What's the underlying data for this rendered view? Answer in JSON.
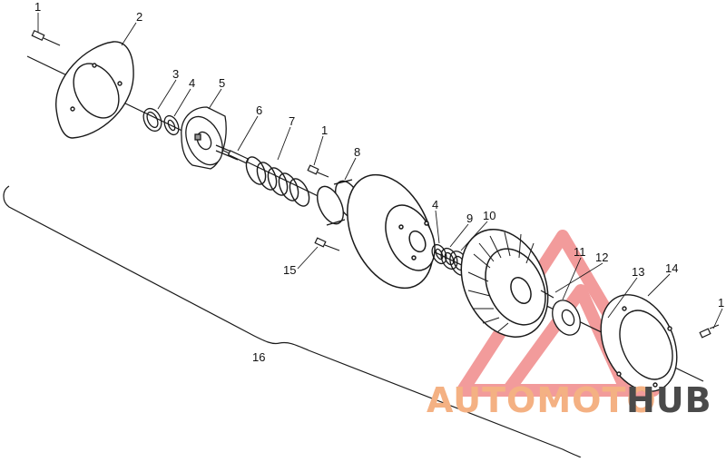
{
  "callouts": {
    "c1a": "1",
    "c2": "2",
    "c3": "3",
    "c4a": "4",
    "c5": "5",
    "c6": "6",
    "c7": "7",
    "c1b": "1",
    "c8": "8",
    "c4b": "4",
    "c9": "9",
    "c10": "10",
    "c11": "11",
    "c12": "12",
    "c13": "13",
    "c14": "14",
    "c15": "15",
    "c16": "16",
    "c1c": "1"
  },
  "watermark": {
    "part1": "AUTOMOTO",
    "part2": "HUB"
  },
  "colors": {
    "line": "#1a1a1a",
    "watermark_orange": "#f4b183",
    "watermark_gray": "#4a4a4a",
    "watermark_red": "#f08a8a"
  }
}
